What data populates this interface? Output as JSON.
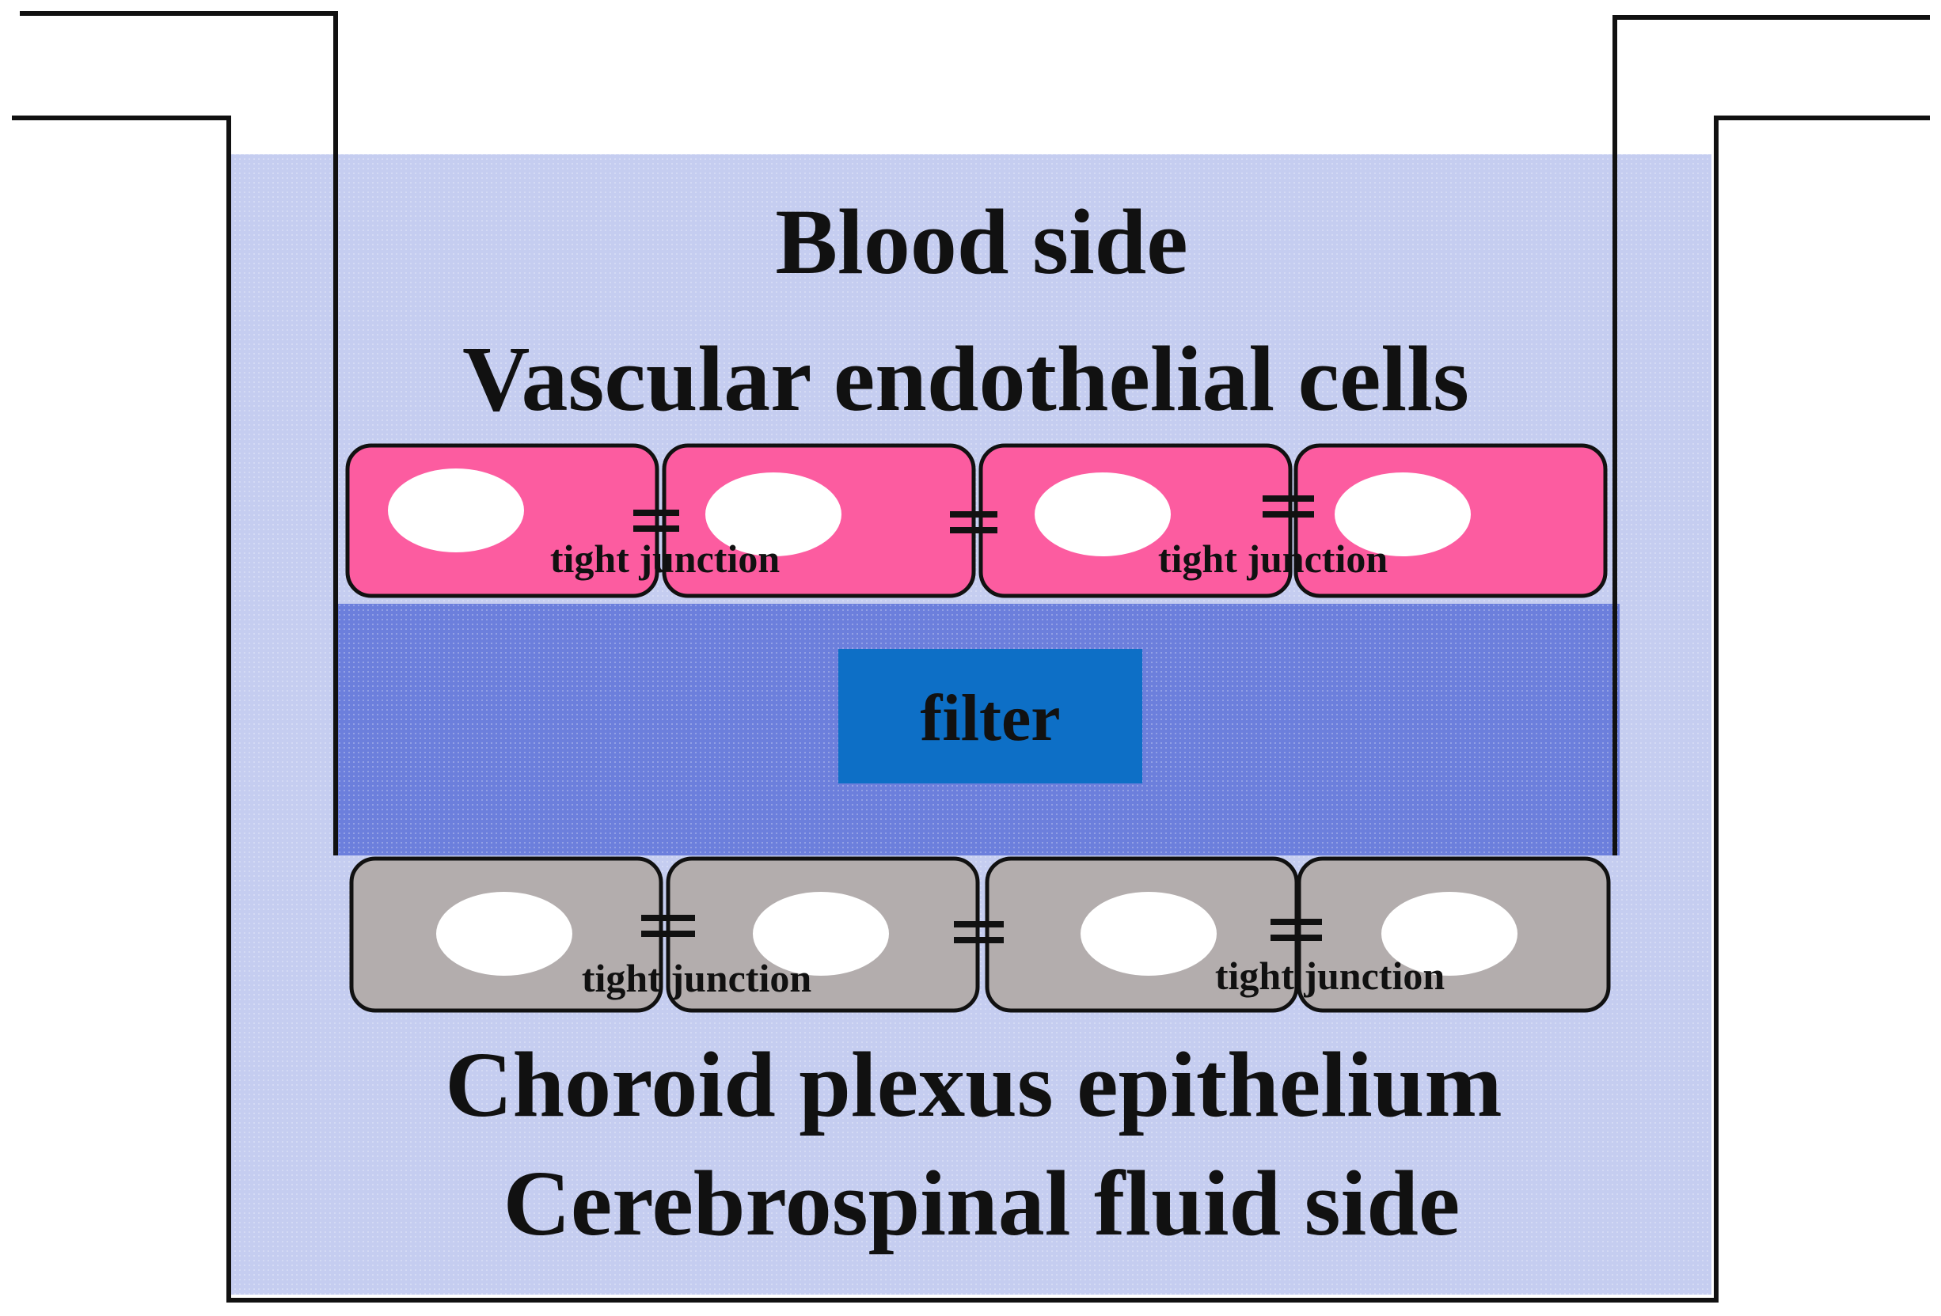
{
  "labels": {
    "blood_side": "Blood side",
    "vascular_endothelial_cells": "Vascular endothelial cells",
    "filter": "filter",
    "choroid_plexus_epithelium": "Choroid plexus epithelium",
    "cerebrospinal_fluid_side": "Cerebrospinal fluid side",
    "tight_junction": "tight junction"
  },
  "colors": {
    "medium": "#c5cdf0",
    "filter_membrane": "#6c7fdc",
    "filter_label_box": "#0d6fc6",
    "endothelial_cell": "#fc5ca0",
    "epithelial_cell": "#b3adad",
    "nucleus": "#ffffff",
    "outline": "#111111"
  }
}
